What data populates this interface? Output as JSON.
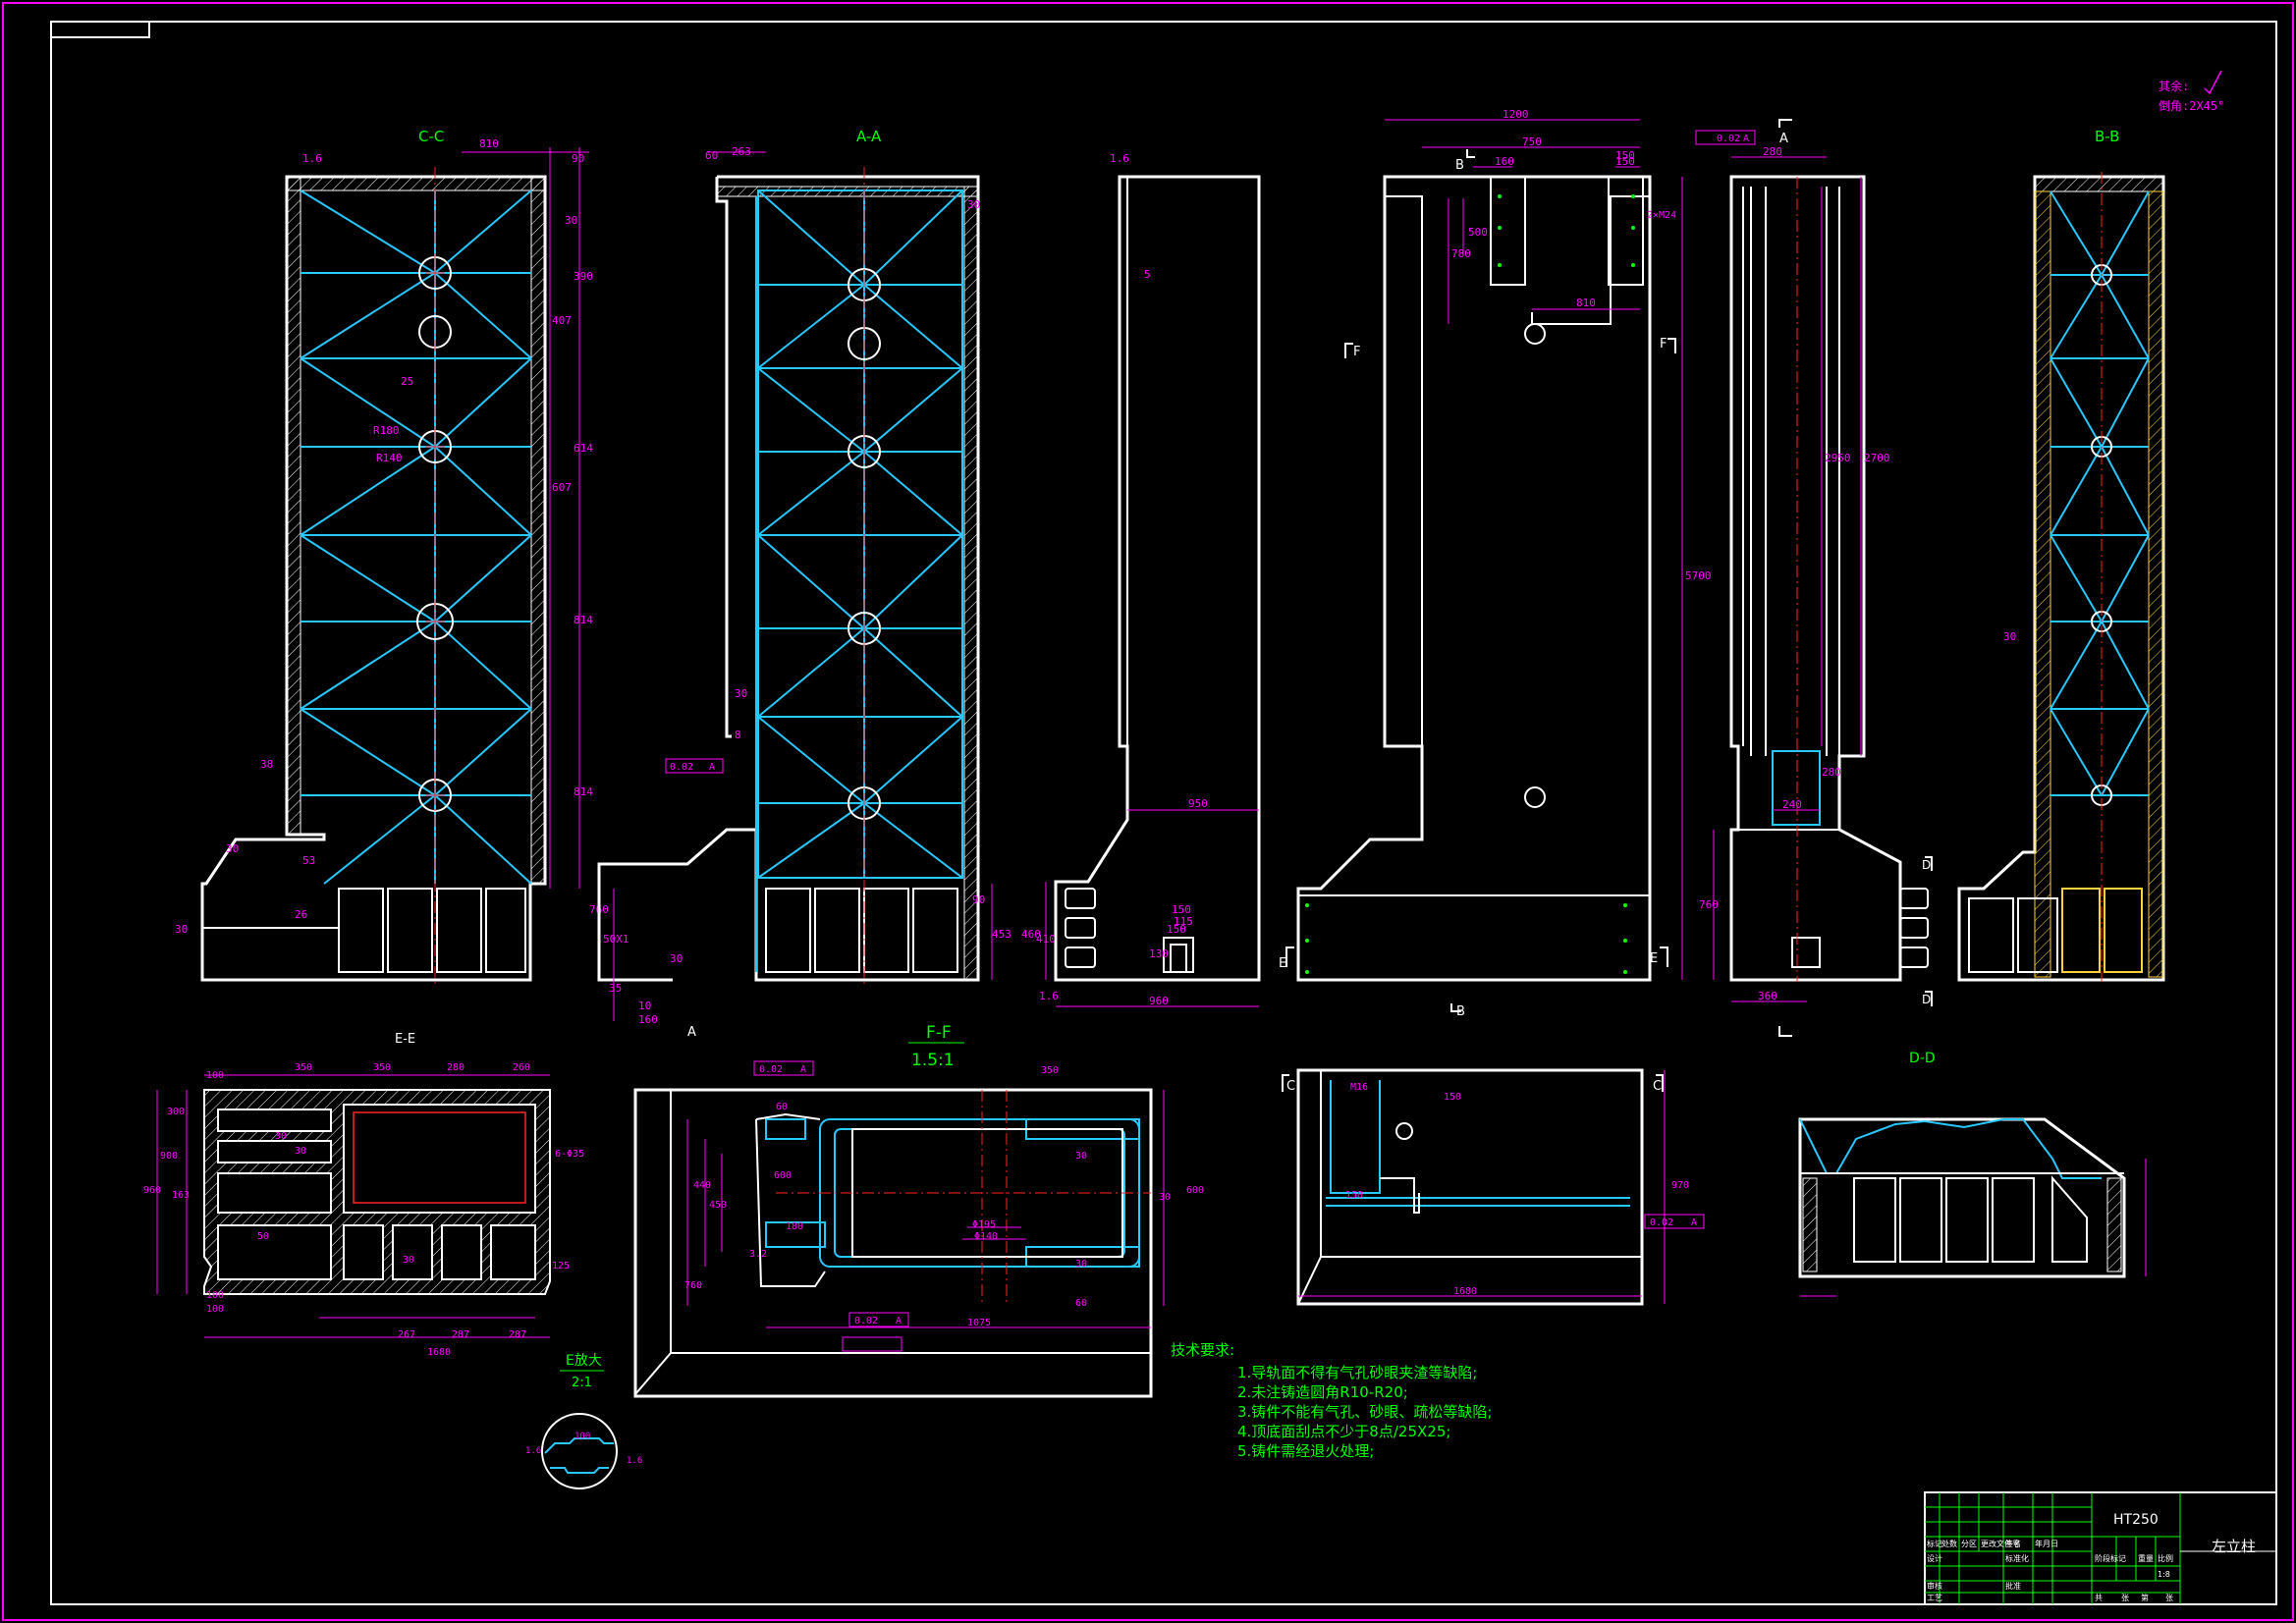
{
  "views": {
    "cc": {
      "label": "C-C"
    },
    "aa": {
      "label": "A-A"
    },
    "bb": {
      "label": "B-B"
    },
    "ee": {
      "label": "E-E"
    },
    "ff": {
      "label": "F-F",
      "scale": "1.5:1"
    },
    "dd": {
      "label": "D-D"
    },
    "detail_e": {
      "label": "E放大",
      "scale": "2:1"
    }
  },
  "section_marks": [
    "B",
    "B",
    "F",
    "F",
    "E",
    "E",
    "C",
    "C",
    "D",
    "D",
    "A",
    "A"
  ],
  "cc_dims": [
    "810",
    "90",
    "30",
    "390",
    "407",
    "614",
    "607",
    "814",
    "814",
    "760",
    "25",
    "R180",
    "R140",
    "38",
    "30",
    "30",
    "53",
    "26"
  ],
  "aa_dims": [
    "60",
    "263",
    "30",
    "8",
    "30",
    "90",
    "453",
    "30",
    "50X1",
    "35",
    "10",
    "160"
  ],
  "side_dims": [
    "5",
    "950",
    "960",
    "150",
    "460",
    "410",
    "130",
    "150",
    "115"
  ],
  "front_dims": [
    "1200",
    "750",
    "150",
    "160",
    "150",
    "500",
    "780",
    "810",
    "2×M24",
    "5700"
  ],
  "a_view_dims": [
    "280",
    "2950",
    "2700",
    "280",
    "240",
    "760",
    "360"
  ],
  "ee_dims": [
    "350",
    "350",
    "280",
    "260",
    "100",
    "300",
    "100",
    "900",
    "960",
    "30",
    "30",
    "163",
    "50",
    "6-Φ35",
    "30",
    "125",
    "267",
    "287",
    "287",
    "1680",
    "100"
  ],
  "ff_dims": [
    "350",
    "600",
    "30",
    "60",
    "440",
    "450",
    "760",
    "1075",
    "600",
    "30",
    "Φ195",
    "Φ140",
    "180",
    "30",
    "60"
  ],
  "plan_dims": [
    "M16",
    "150",
    "150",
    "970",
    "1680"
  ],
  "tolerances": [
    "0.02",
    "A",
    "0.02",
    "A",
    "0.02",
    "A",
    "0.02",
    "A",
    "0.02",
    "A"
  ],
  "roughness": [
    "1.6",
    "1.6",
    "1.6",
    "1.6",
    "1.6",
    "3.2"
  ],
  "general": {
    "other_label": "其余:",
    "chamfer": "倒角:2X45°"
  },
  "notes": {
    "title": "技术要求:",
    "items": [
      "1.导轨面不得有气孔砂眼夹渣等缺陷;",
      "2.未注铸造圆角R10-R20;",
      "3.铸件不能有气孔、砂眼、疏松等缺陷;",
      "4.顶底面刮点不少于8点/25X25;",
      "5.铸件需经退火处理;"
    ]
  },
  "title_block": {
    "material": "HT250",
    "part_name": "左立柱",
    "labels": [
      "标记",
      "处数",
      "分区",
      "更改文件号",
      "签名",
      "年月日",
      "设计",
      "标准化",
      "阶段标记",
      "重量",
      "比例",
      "审核",
      "工艺",
      "批准",
      "共",
      "张",
      "第",
      "张",
      "1:8"
    ]
  }
}
